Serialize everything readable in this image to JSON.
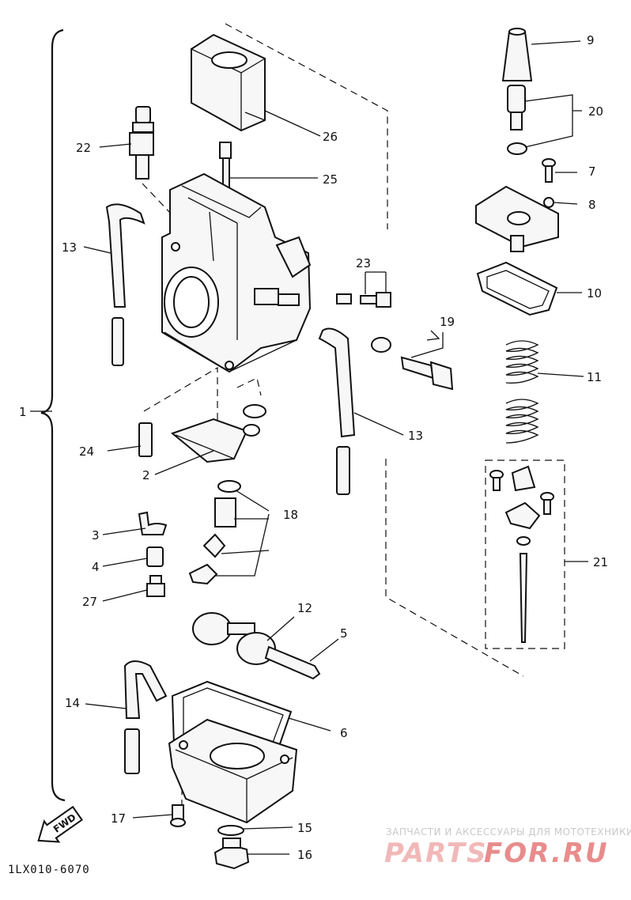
{
  "diagram_code": "1LX010-6070",
  "fwd_label": "FWD",
  "callouts": {
    "c1": "1",
    "c2": "2",
    "c3": "3",
    "c4": "4",
    "c5": "5",
    "c6": "6",
    "c7": "7",
    "c8": "8",
    "c9": "9",
    "c10": "10",
    "c11": "11",
    "c12": "12",
    "c13a": "13",
    "c13b": "13",
    "c14": "14",
    "c15": "15",
    "c16": "16",
    "c17": "17",
    "c18": "18",
    "c19": "19",
    "c20": "20",
    "c21": "21",
    "c22": "22",
    "c23": "23",
    "c24": "24",
    "c25": "25",
    "c26": "26",
    "c27": "27"
  },
  "watermark": {
    "tagline": "ЗАПЧАСТИ И АКСЕССУАРЫ ДЛЯ МОТОТЕХНИКИ",
    "logo_left": "PARTS",
    "logo_right": "FOR.RU",
    "logo_color": "#f2b8b8",
    "logo_accent": "#e88c8c"
  }
}
